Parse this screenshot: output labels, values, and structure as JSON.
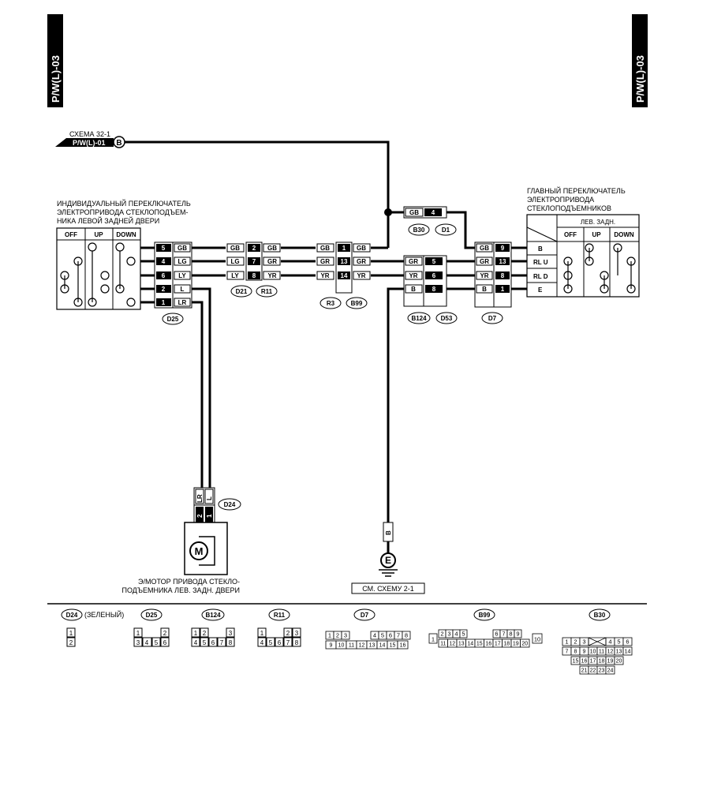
{
  "page_code": "P/W(L)-03",
  "ref": {
    "scheme": "СХЕМА 32-1",
    "code": "P/W(L)-01",
    "letter": "B"
  },
  "left_switch": {
    "title_lines": [
      "ИНДИВИДУАЛЬНЫЙ ПЕРЕКЛЮЧАТЕЛЬ",
      "ЭЛЕКТРОПРИВОДА СТЕКЛОПОДЪЕМ-",
      "НИКА ЛЕВОЙ ЗАДНЕЙ ДВЕРИ"
    ],
    "cols": [
      "OFF",
      "UP",
      "DOWN"
    ]
  },
  "main_switch": {
    "title_lines": [
      "ГЛАВНЫЙ ПЕРЕКЛЮЧАТЕЛЬ",
      "ЭЛЕКТРОПРИВОДА",
      "СТЕКЛОПОДЪЕМНИКОВ"
    ],
    "header": "ЛЕВ. ЗАДН.",
    "cols": [
      "OFF",
      "UP",
      "DOWN"
    ],
    "rows": [
      "B",
      "RL U",
      "RL D",
      "E"
    ]
  },
  "d25": {
    "label": "D25",
    "pins": [
      "5",
      "4",
      "6",
      "2",
      "1"
    ],
    "colors": [
      "GB",
      "LG",
      "LY",
      "L",
      "LR"
    ]
  },
  "d21r11": {
    "labels": [
      "D21",
      "R11"
    ],
    "pins": [
      "2",
      "7",
      "8"
    ],
    "left": [
      "GB",
      "LG",
      "LY"
    ],
    "right": [
      "GB",
      "GR",
      "YR"
    ]
  },
  "r3b99": {
    "labels": [
      "R3",
      "B99"
    ],
    "pins": [
      "1",
      "13",
      "14"
    ],
    "left": [
      "GB",
      "GR",
      "YR"
    ],
    "right": [
      "GB",
      "GR",
      "YR"
    ]
  },
  "b124d53": {
    "labels": [
      "B124",
      "D53"
    ],
    "pins": [
      "5",
      "6",
      "8"
    ],
    "colors": [
      "GR",
      "YR",
      "B"
    ]
  },
  "b30d1": {
    "labels": [
      "B30",
      "D1"
    ],
    "pin": "4",
    "color": "GB"
  },
  "d7": {
    "label": "D7",
    "pins": [
      "9",
      "13",
      "8",
      "1"
    ],
    "colors": [
      "GB",
      "GR",
      "YR",
      "B"
    ]
  },
  "d24": {
    "label": "D24",
    "pins": [
      "2",
      "1"
    ],
    "colors": [
      "LR",
      "L"
    ]
  },
  "motor": {
    "symbol": "M",
    "caption_lines": [
      "Э/МОТОР ПРИВОДА СТЕКЛО-",
      "ПОДЪЕМНИКА ЛЕВ. ЗАДН. ДВЕРИ"
    ]
  },
  "ground": {
    "symbol": "E",
    "wire": "B",
    "ref": "СМ. СХЕМУ 2-1"
  },
  "legend": {
    "d24": {
      "label": "D24",
      "note": "(ЗЕЛЕНЫЙ)",
      "pins": [
        "1",
        "2"
      ]
    },
    "d25": {
      "label": "D25",
      "pins": [
        "1",
        "2",
        "3",
        "4",
        "5",
        "6"
      ]
    },
    "b124": {
      "label": "B124",
      "pins": [
        "1",
        "2",
        "3",
        "4",
        "5",
        "6",
        "7",
        "8"
      ]
    },
    "r11": {
      "label": "R11",
      "pins": [
        "1",
        "2",
        "3",
        "4",
        "5",
        "6",
        "7",
        "8"
      ]
    },
    "d7": {
      "label": "D7",
      "pins": [
        "1",
        "2",
        "3",
        "4",
        "5",
        "6",
        "7",
        "8",
        "9",
        "10",
        "11",
        "12",
        "13",
        "14",
        "15",
        "16"
      ]
    },
    "b99": {
      "label": "B99",
      "pins": [
        "1",
        "2",
        "3",
        "4",
        "5",
        "6",
        "7",
        "8",
        "9",
        "10",
        "11",
        "12",
        "13",
        "14",
        "15",
        "16",
        "17",
        "18",
        "19",
        "20"
      ]
    },
    "b30": {
      "label": "B30",
      "pins": [
        "1",
        "2",
        "3",
        "4",
        "5",
        "6",
        "7",
        "8",
        "9",
        "10",
        "11",
        "12",
        "13",
        "14",
        "15",
        "16",
        "17",
        "18",
        "19",
        "20",
        "21",
        "22",
        "23",
        "24"
      ]
    }
  }
}
